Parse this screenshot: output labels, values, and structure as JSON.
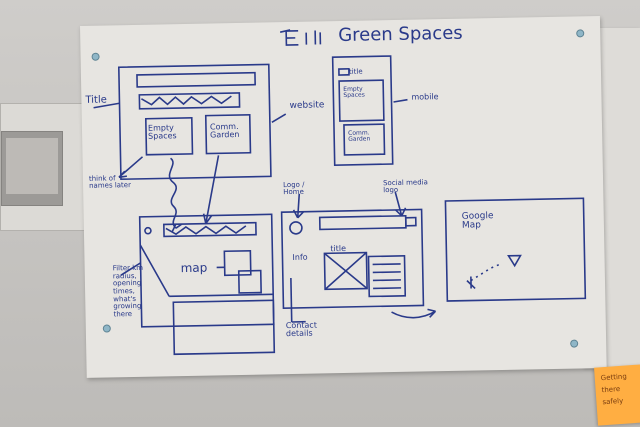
{
  "sketch": {
    "title": "Green Spaces",
    "website_frame": {
      "title_label": "Title",
      "website_label": "website",
      "box_empty": "Empty Spaces",
      "box_comm": "Comm. Garden",
      "note": "think of names later"
    },
    "mobile_frame": {
      "label": "mobile",
      "title_text": "title",
      "box_empty": "Empty Spaces",
      "box_comm": "Comm. Garden"
    },
    "map_frame": {
      "map_text": "map",
      "filter_note": "Filter km radius, opening times, what's growing there"
    },
    "info_frame": {
      "logo_home": "Logo / Home",
      "social_logo": "Social media logo",
      "info_text": "Info",
      "title_text": "title",
      "contact_note": "Contact details"
    },
    "google_map": {
      "label": "Google Map"
    },
    "sticky_note": {
      "line1": "Getting",
      "line2": "there",
      "line3": "safely"
    }
  }
}
